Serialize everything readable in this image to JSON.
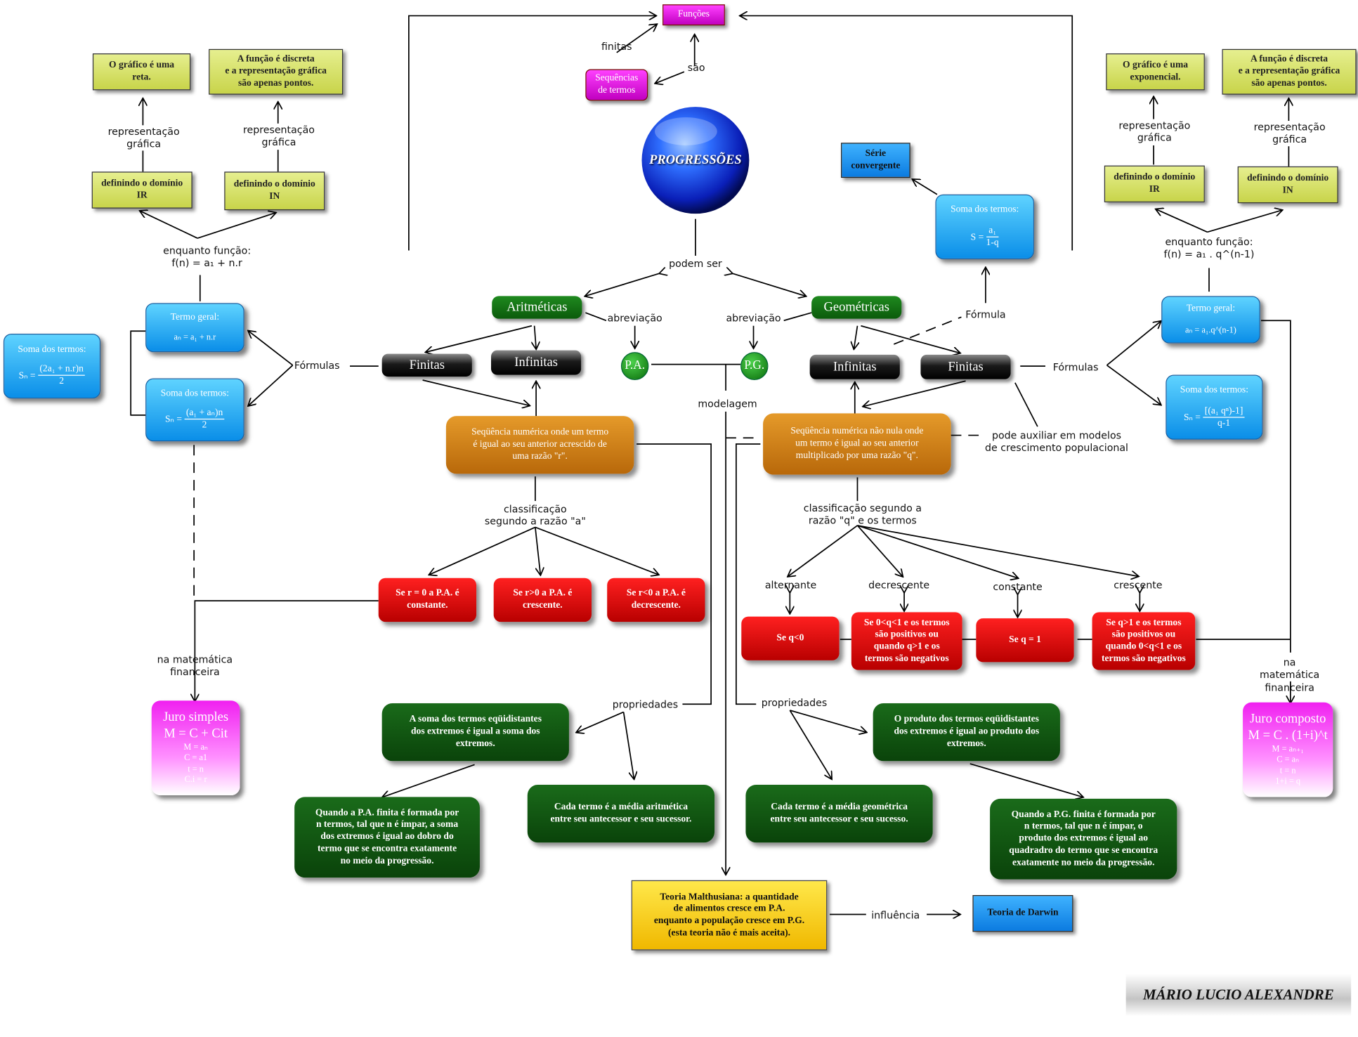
{
  "top": {
    "funcoes": "Funções",
    "sequencias": "Sequências\nde termos",
    "label_finitas": "finitas",
    "label_sao": "são"
  },
  "center": {
    "title": "PROGRESSÕES",
    "label_podem_ser": "podem ser",
    "label_abreviacao": "abreviação",
    "label_modelagem": "modelagem"
  },
  "pa": {
    "aritmeticas": "Aritméticas",
    "finitas": "Finitas",
    "infinitas": "Infinitas",
    "abbr": "P.A.",
    "definition": "Seqüência numérica onde um termo\né igual ao seu anterior acrescido de\numa razão \"r\".",
    "formulas_label": "Fórmulas",
    "termo_geral_title": "Termo geral:",
    "termo_geral_formula": "aₙ = a₁ + n.r",
    "soma1_title": "Soma dos termos:",
    "soma1_lhs": "Sₙ = ",
    "soma1_num": "(a₁ + aₙ)n",
    "soma1_den": "2",
    "soma2_title": "Soma dos termos:",
    "soma2_lhs": "Sₙ = ",
    "soma2_num": "(2a₁ + n.r)n",
    "soma2_den": "2",
    "funcao_label": "enquanto função:\nf(n) = a₁ + n.r",
    "dom_ir": "definindo o domínio\nIR",
    "dom_in": "definindo o domínio\nIN",
    "rep1_label": "representação\ngráfica",
    "rep2_label": "representação\ngráfica",
    "graf_reta": "O gráfico é uma\nreta.",
    "graf_discreta": "A função é discreta\ne a representação gráfica\nsão apenas pontos.",
    "classif_label": "classificação\nsegundo a razão \"a\"",
    "class_constante": "Se r = 0 a P.A. é\nconstante.",
    "class_crescente": "Se r>0 a P.A. é\ncrescente.",
    "class_decrescente": "Se r<0 a P.A. é\ndecrescente.",
    "fin_label": "na matemática\nfinanceira",
    "juro_title": "Juro simples",
    "juro_formula": "M = C + Cit",
    "juro_lines": [
      "M = aₙ",
      "C = a1",
      "t = n",
      "C.i = r"
    ],
    "prop_label": "propriedades",
    "prop1": "A soma dos termos eqüidistantes\ndos extremos é igual a soma dos\nextremos.",
    "prop2": "Quando a P.A. finita é formada por\nn termos, tal que n é ímpar, a soma\ndos extremos é igual ao dobro do\ntermo que se encontra exatamente\nno meio da progressão.",
    "prop3": "Cada termo é a média aritmética\nentre seu antecessor e seu sucessor."
  },
  "pg": {
    "geometricas": "Geométricas",
    "infinitas": "Infinitas",
    "finitas": "Finitas",
    "abbr": "P.G.",
    "definition": "Seqüência numérica não nula onde\num termo é igual ao seu anterior\nmultiplicado por uma razão \"q\".",
    "formula_label": "Fórmula",
    "formulas_label": "Fórmulas",
    "soma_inf_title": "Soma dos termos:",
    "soma_inf_lhs": "S = ",
    "soma_inf_num": "a₁",
    "soma_inf_den": "1-q",
    "serie": "Série\nconvergente",
    "termo_geral_title": "Termo geral:",
    "termo_geral_formula": "aₙ = a₁.q^(n-1)",
    "soma_title": "Soma dos termos:",
    "soma_lhs": "Sₙ = ",
    "soma_num": "[(a₁ qⁿ)-1]",
    "soma_den": "q-1",
    "funcao_label": "enquanto função:\nf(n) = a₁ . q^(n-1)",
    "dom_ir": "definindo o domínio\nIR",
    "dom_in": "definindo o domínio\nIN",
    "rep1_label": "representação\ngráfica",
    "rep2_label": "representação\ngráfica",
    "graf_exp": "O gráfico é uma\nexponencial.",
    "graf_discreta": "A função é discreta\ne a representação gráfica\nsão apenas pontos.",
    "modelo_label": "pode auxiliar em modelos\nde crescimento populacional",
    "classif_label": "classificação segundo a\nrazão \"q\" e os termos",
    "alt_label": "alternante",
    "dec_label": "decrescente",
    "const_label": "constante",
    "cres_label": "crescente",
    "alt_box": "Se q<0",
    "dec_box": "Se 0<q<1 e os termos\nsão positivos ou\nquando q>1 e os\ntermos são negativos",
    "const_box": "Se q = 1",
    "cres_box": "Se q>1 e os termos\nsão positivos ou\nquando 0<q<1 e os\ntermos são negativos",
    "fin_label": "na matemática\nfinanceira",
    "juro_title": "Juro composto",
    "juro_formula": "M = C . (1+i)^t",
    "juro_lines": [
      "M = aₙ₊₁",
      "C = aₙ",
      "t = n",
      "1+i = q"
    ],
    "prop_label": "propriedades",
    "prop1": "O produto dos termos eqüidistantes\ndos extremos é igual ao produto dos\nextremos.",
    "prop2": "Quando a P.G. finita é formada por\nn termos, tal que n é ímpar, o\nproduto dos extremos é igual ao\nquadradro do termo que se encontra\nexatamente no meio da progressão.",
    "prop3": "Cada termo é a média geométrica\nentre seu antecessor e seu sucesso."
  },
  "bottom": {
    "malthus": "Teoria Malthusiana: a quantidade\nde alimentos cresce em P.A.\nenquanto a população cresce em P.G.\n(esta teoria não é mais aceita).",
    "influencia_label": "influência",
    "darwin": "Teoria de Darwin"
  },
  "signature": "MÁRIO LUCIO ALEXANDRE"
}
